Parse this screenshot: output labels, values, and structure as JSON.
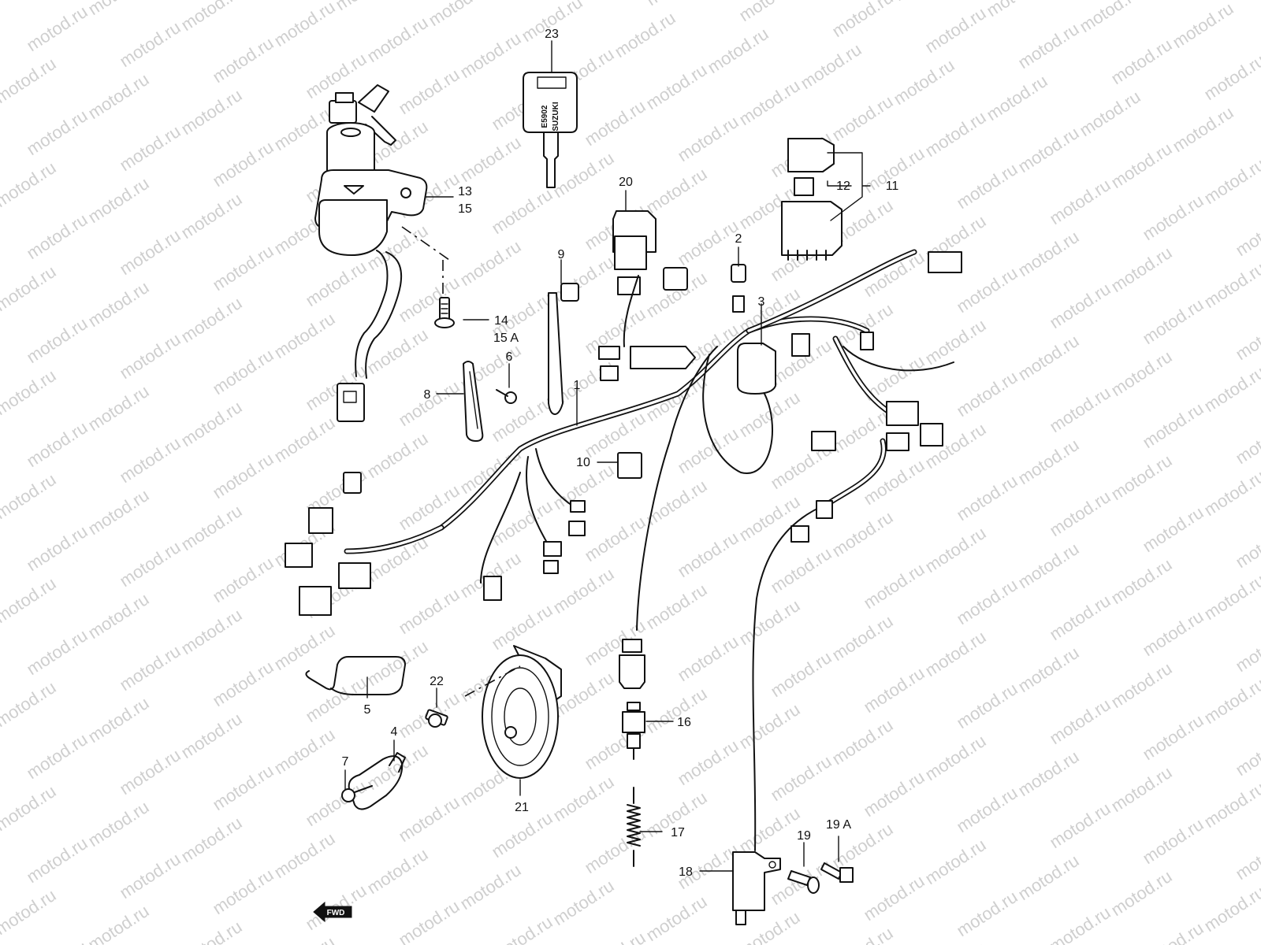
{
  "watermark": {
    "text": "motod.ru"
  },
  "callouts": {
    "c1": "1",
    "c2": "2",
    "c3": "3",
    "c4": "4",
    "c5": "5",
    "c6": "6",
    "c7": "7",
    "c8": "8",
    "c9": "9",
    "c10": "10",
    "c11": "11",
    "c12": "12",
    "c13": "13",
    "c14": "14",
    "c15": "15",
    "c15a": "15 A",
    "c16": "16",
    "c17": "17",
    "c18": "18",
    "c19": "19",
    "c19a": "19 A",
    "c20": "20",
    "c21": "21",
    "c22": "22",
    "c23": "23"
  },
  "key_tag": {
    "line1": "E5902",
    "line2": "SUZUKI"
  },
  "fwd_arrow": {
    "label": "FWD"
  }
}
